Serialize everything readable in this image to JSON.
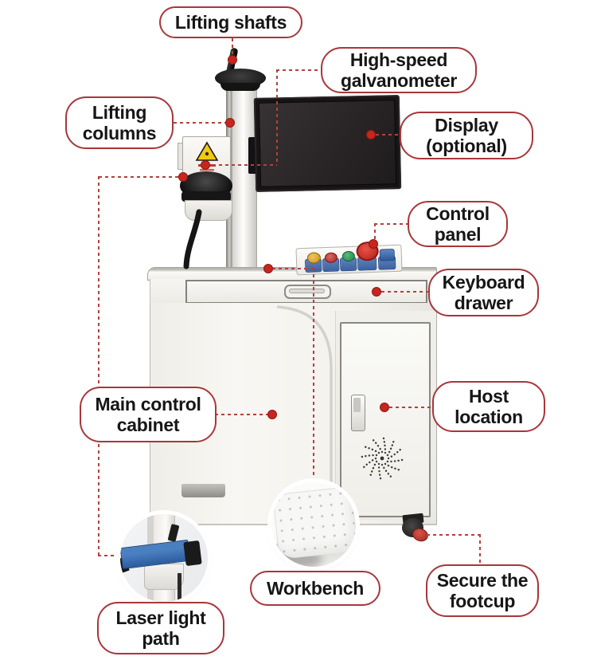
{
  "diagram": {
    "subject": "fiber laser marking machine",
    "labels": [
      {
        "id": "lifting-shafts",
        "line1": "Lifting shafts"
      },
      {
        "id": "high-speed-galvanometer",
        "line1": "High-speed",
        "line2": "galvanometer"
      },
      {
        "id": "lifting-columns",
        "line1": "Lifting",
        "line2": "columns"
      },
      {
        "id": "display-optional",
        "line1": "Display",
        "line2": "(optional)"
      },
      {
        "id": "control-panel",
        "line1": "Control",
        "line2": "panel"
      },
      {
        "id": "keyboard-drawer",
        "line1": "Keyboard",
        "line2": "drawer"
      },
      {
        "id": "main-control-cabinet",
        "line1": "Main control",
        "line2": "cabinet"
      },
      {
        "id": "host-location",
        "line1": "Host",
        "line2": "location"
      },
      {
        "id": "workbench",
        "line1": "Workbench"
      },
      {
        "id": "secure-the-footcup",
        "line1": "Secure the",
        "line2": "footcup"
      },
      {
        "id": "laser-light-path",
        "line1": "Laser light",
        "line2": "path"
      }
    ],
    "colors": {
      "label_border": "#a8363b",
      "leader_dash": "#b2413d",
      "leader_dot": "#c6261e",
      "machine_body": "#f6f5f1",
      "monitor_screen": "#282425",
      "laser_tube_blue": "#2b5c9f",
      "warning_yellow": "#f2c90f",
      "estop_red": "#b51e16"
    },
    "icons": [
      "warning-laser-icon",
      "ventilation-fan-icon"
    ]
  }
}
